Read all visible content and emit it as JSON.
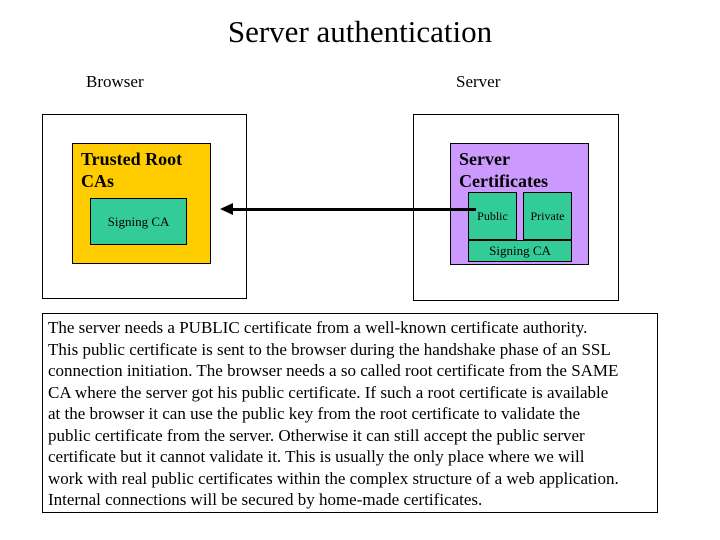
{
  "slide": {
    "title": "Server authentication",
    "labels": {
      "browser": "Browser",
      "server": "Server"
    },
    "browser_panel": {
      "trusted_root_label": "Trusted Root CAs",
      "signing_ca_label": "Signing CA"
    },
    "server_panel": {
      "certificates_label": "Server Certificates",
      "public_label": "Public",
      "private_label": "Private",
      "signing_ca_label": "Signing CA"
    },
    "notes_lines": [
      "The server needs a PUBLIC certificate from a well-known certificate authority.",
      "This public certificate is sent to the browser during the handshake phase of an SSL",
      "connection initiation. The browser needs a so called root certificate from the SAME",
      "CA where the server got his public certificate. If such a root certificate is available",
      "at the browser it can use the public key from the root certificate to validate the",
      "public certificate from the server. Otherwise it can still accept the public server",
      "certificate but it cannot validate it. This is usually the only place where we will",
      "work with real public certificates within the complex structure of a web application.",
      "Internal connections will be secured by home-made certificates."
    ],
    "colors": {
      "gold": "#FFCC00",
      "teal": "#33CC99",
      "purple": "#CC99FF",
      "ink": "#000000",
      "background": "#FFFFFF"
    }
  }
}
